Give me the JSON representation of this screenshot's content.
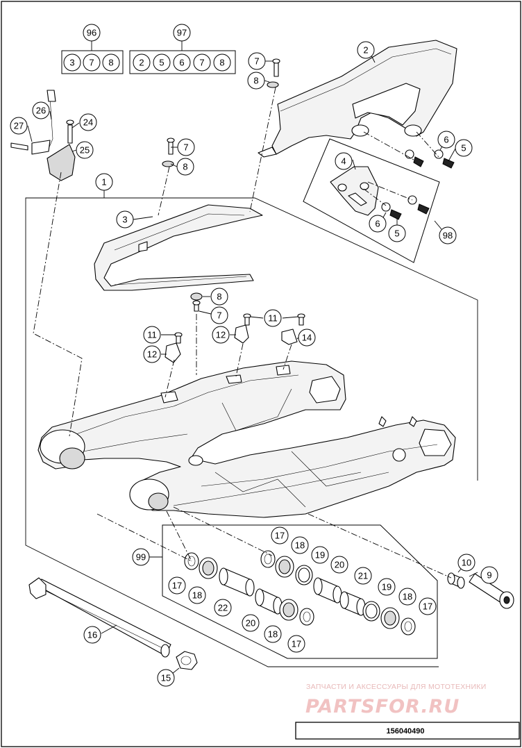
{
  "diagram_number": "156040490",
  "watermark": {
    "caption": "ЗАПЧАСТИ И АКСЕССУАРЫ ДЛЯ МОТОТЕХНИКИ",
    "brand": "PARTSFOR.RU"
  },
  "kits": [
    {
      "label": "96",
      "parts": [
        "3",
        "7",
        "8"
      ]
    },
    {
      "label": "97",
      "parts": [
        "2",
        "5",
        "6",
        "7",
        "8"
      ]
    }
  ],
  "callouts": {
    "c1": "1",
    "c2": "2",
    "c3": "3",
    "c4": "4",
    "c5a": "5",
    "c5b": "5",
    "c6a": "6",
    "c6b": "6",
    "c7a": "7",
    "c7b": "7",
    "c7c": "7",
    "c8a": "8",
    "c8b": "8",
    "c8c": "8",
    "c9": "9",
    "c10": "10",
    "c11a": "11",
    "c11b": "11",
    "c12a": "12",
    "c12b": "12",
    "c14": "14",
    "c15": "15",
    "c16": "16",
    "c17a": "17",
    "c17b": "17",
    "c17c": "17",
    "c17d": "17",
    "c18a": "18",
    "c18b": "18",
    "c18c": "18",
    "c18d": "18",
    "c19a": "19",
    "c19b": "19",
    "c20a": "20",
    "c20b": "20",
    "c21": "21",
    "c22": "22",
    "c24": "24",
    "c25": "25",
    "c26": "26",
    "c27": "27",
    "c98": "98",
    "c99": "99"
  }
}
